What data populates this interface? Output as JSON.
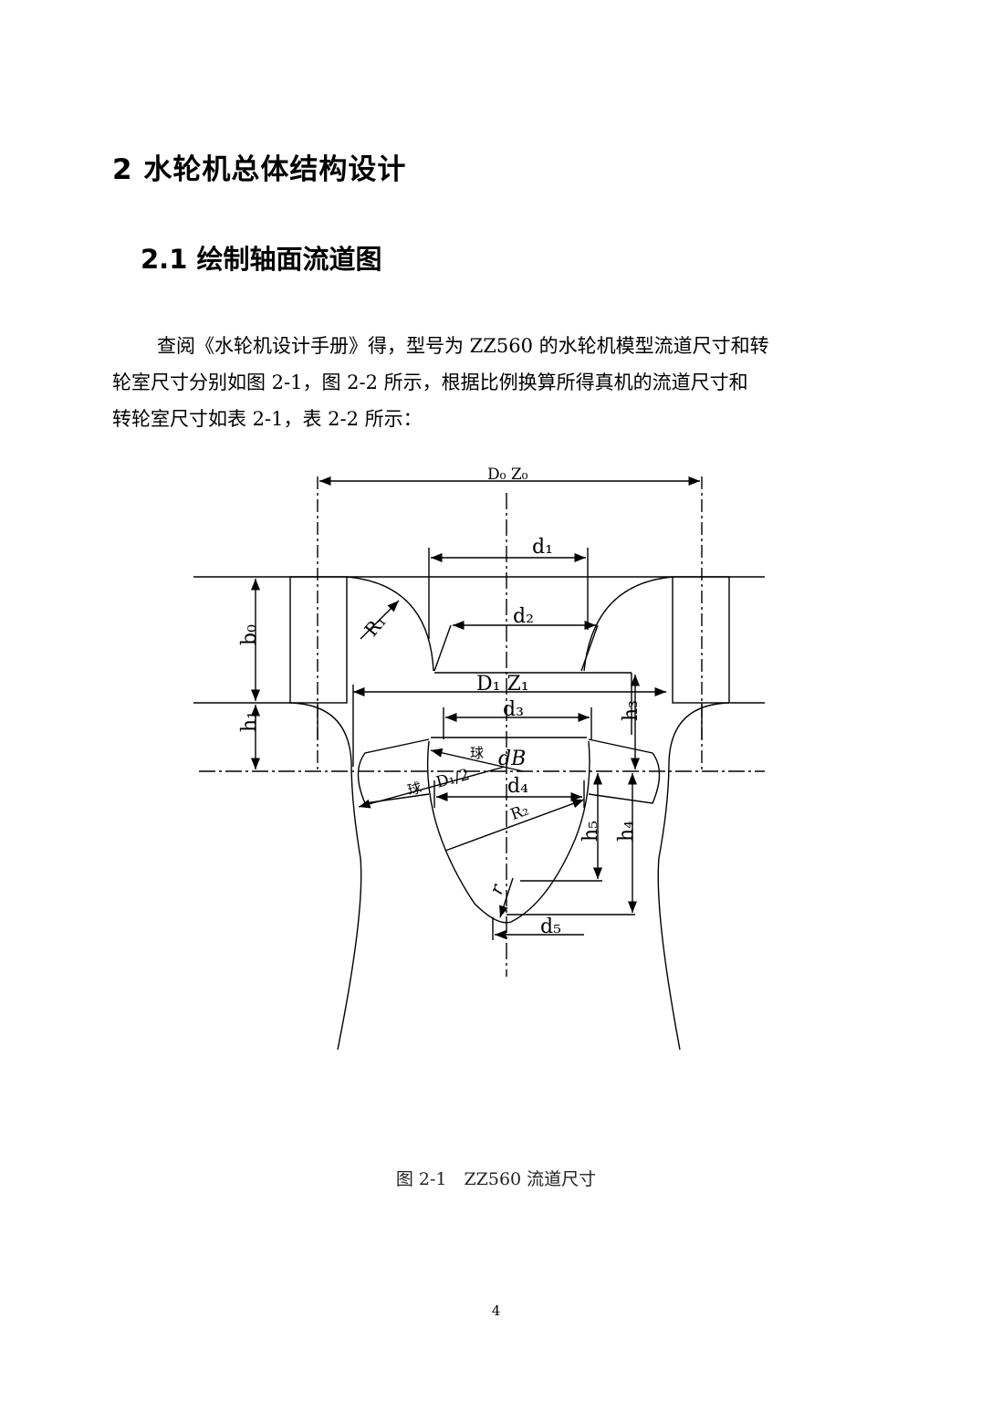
{
  "chapter": {
    "title": "2  水轮机总体结构设计"
  },
  "section": {
    "title": "2.1 绘制轴面流道图"
  },
  "paragraph": {
    "lines": [
      "查阅《水轮机设计手册》得，型号为 ZZ560 的水轮机模型流道尺寸和转",
      "轮室尺寸分别如图 2-1，图 2-2 所示，根据比例换算所得真机的流道尺寸和",
      "转轮室尺寸如表 2-1，表 2-2 所示："
    ]
  },
  "figure": {
    "caption": "图 2-1　ZZ560 流道尺寸",
    "labels": {
      "D0Z0": "D₀  Z₀",
      "d1": "d₁",
      "R1": "R₁",
      "b0": "b₀",
      "d2": "d₂",
      "D1Z1": "D₁  Z₁",
      "h1": "h₁",
      "d3": "d₃",
      "h3": "h₃",
      "qiu1": "球",
      "dB": "dB",
      "qiu2": "球",
      "D1half": "D₁/2",
      "d4": "d₄",
      "R2": "R₂",
      "h5": "h₅",
      "h4": "h₄",
      "r": "r",
      "d5": "d₅"
    }
  },
  "page": {
    "number": "4"
  }
}
